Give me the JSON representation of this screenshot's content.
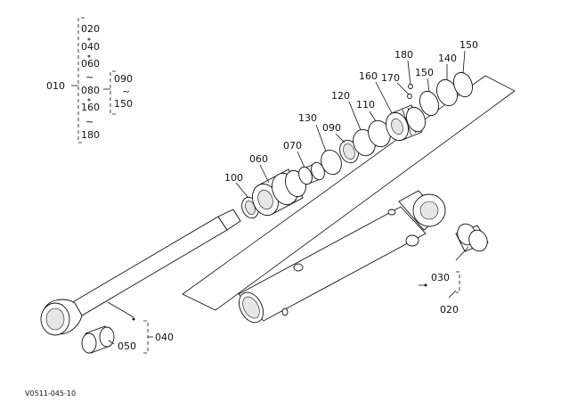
{
  "diagram": {
    "reference_code": "V0511-045-10",
    "group_bracket": {
      "parent": "010",
      "items": [
        "020",
        "040",
        "060",
        "~",
        "080",
        "160",
        "~",
        "180"
      ],
      "sub_items": [
        "090",
        "~",
        "150"
      ]
    },
    "callouts": {
      "c100": "100",
      "c060": "060",
      "c070": "070",
      "c130": "130",
      "c090": "090",
      "c120": "120",
      "c110": "110",
      "c160": "160",
      "c170": "170",
      "c180": "180",
      "c150a": "150",
      "c140": "140",
      "c150b": "150",
      "c030": "030",
      "c020": "020",
      "c040": "040",
      "c050": "050"
    }
  }
}
